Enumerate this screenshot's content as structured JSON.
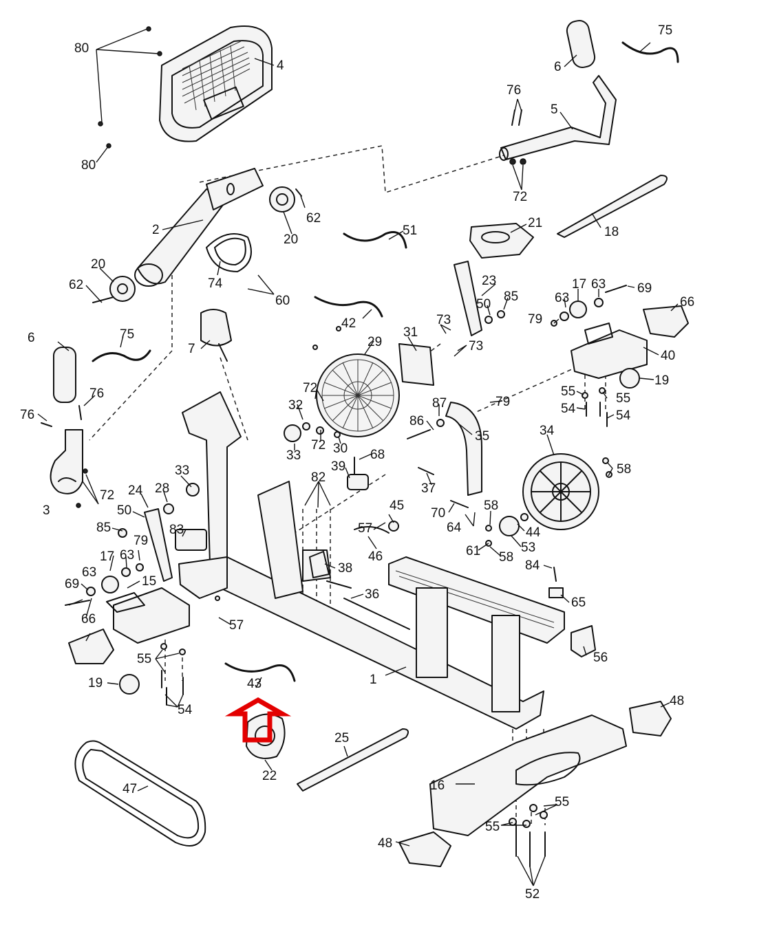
{
  "highlight": {
    "color": "#e30000",
    "target_part": "22"
  },
  "parts": [
    {
      "id": "p1",
      "label": "1"
    },
    {
      "id": "p2",
      "label": "2"
    },
    {
      "id": "p3",
      "label": "3"
    },
    {
      "id": "p4",
      "label": "4"
    },
    {
      "id": "p5",
      "label": "5"
    },
    {
      "id": "p6a",
      "label": "6"
    },
    {
      "id": "p6b",
      "label": "6"
    },
    {
      "id": "p7",
      "label": "7"
    },
    {
      "id": "p15",
      "label": "15"
    },
    {
      "id": "p16",
      "label": "16"
    },
    {
      "id": "p17a",
      "label": "17"
    },
    {
      "id": "p17b",
      "label": "17"
    },
    {
      "id": "p18",
      "label": "18"
    },
    {
      "id": "p19a",
      "label": "19"
    },
    {
      "id": "p19b",
      "label": "19"
    },
    {
      "id": "p20a",
      "label": "20"
    },
    {
      "id": "p20b",
      "label": "20"
    },
    {
      "id": "p21",
      "label": "21"
    },
    {
      "id": "p22",
      "label": "22"
    },
    {
      "id": "p23",
      "label": "23"
    },
    {
      "id": "p24",
      "label": "24"
    },
    {
      "id": "p25",
      "label": "25"
    },
    {
      "id": "p28",
      "label": "28"
    },
    {
      "id": "p29",
      "label": "29"
    },
    {
      "id": "p30",
      "label": "30"
    },
    {
      "id": "p31",
      "label": "31"
    },
    {
      "id": "p32",
      "label": "32"
    },
    {
      "id": "p33a",
      "label": "33"
    },
    {
      "id": "p33b",
      "label": "33"
    },
    {
      "id": "p34",
      "label": "34"
    },
    {
      "id": "p35",
      "label": "35"
    },
    {
      "id": "p36",
      "label": "36"
    },
    {
      "id": "p37",
      "label": "37"
    },
    {
      "id": "p38",
      "label": "38"
    },
    {
      "id": "p39",
      "label": "39"
    },
    {
      "id": "p40",
      "label": "40"
    },
    {
      "id": "p42",
      "label": "42"
    },
    {
      "id": "p43",
      "label": "43"
    },
    {
      "id": "p44",
      "label": "44"
    },
    {
      "id": "p45",
      "label": "45"
    },
    {
      "id": "p46",
      "label": "46"
    },
    {
      "id": "p47",
      "label": "47"
    },
    {
      "id": "p48a",
      "label": "48"
    },
    {
      "id": "p48b",
      "label": "48"
    },
    {
      "id": "p50a",
      "label": "50"
    },
    {
      "id": "p50b",
      "label": "50"
    },
    {
      "id": "p51",
      "label": "51"
    },
    {
      "id": "p52",
      "label": "52"
    },
    {
      "id": "p53",
      "label": "53"
    },
    {
      "id": "p54a",
      "label": "54"
    },
    {
      "id": "p54b",
      "label": "54"
    },
    {
      "id": "p54c",
      "label": "54"
    },
    {
      "id": "p55a",
      "label": "55"
    },
    {
      "id": "p55b",
      "label": "55"
    },
    {
      "id": "p55c",
      "label": "55"
    },
    {
      "id": "p55d",
      "label": "55"
    },
    {
      "id": "p55e",
      "label": "55"
    },
    {
      "id": "p56",
      "label": "56"
    },
    {
      "id": "p57a",
      "label": "57"
    },
    {
      "id": "p57b",
      "label": "57"
    },
    {
      "id": "p58a",
      "label": "58"
    },
    {
      "id": "p58b",
      "label": "58"
    },
    {
      "id": "p58c",
      "label": "58"
    },
    {
      "id": "p60",
      "label": "60"
    },
    {
      "id": "p61",
      "label": "61"
    },
    {
      "id": "p62a",
      "label": "62"
    },
    {
      "id": "p62b",
      "label": "62"
    },
    {
      "id": "p63a",
      "label": "63"
    },
    {
      "id": "p63b",
      "label": "63"
    },
    {
      "id": "p63c",
      "label": "63"
    },
    {
      "id": "p63d",
      "label": "63"
    },
    {
      "id": "p64",
      "label": "64"
    },
    {
      "id": "p65",
      "label": "65"
    },
    {
      "id": "p66a",
      "label": "66"
    },
    {
      "id": "p66b",
      "label": "66"
    },
    {
      "id": "p68",
      "label": "68"
    },
    {
      "id": "p69a",
      "label": "69"
    },
    {
      "id": "p69b",
      "label": "69"
    },
    {
      "id": "p70",
      "label": "70"
    },
    {
      "id": "p72a",
      "label": "72"
    },
    {
      "id": "p72b",
      "label": "72"
    },
    {
      "id": "p72c",
      "label": "72"
    },
    {
      "id": "p72d",
      "label": "72"
    },
    {
      "id": "p73a",
      "label": "73"
    },
    {
      "id": "p73b",
      "label": "73"
    },
    {
      "id": "p74",
      "label": "74"
    },
    {
      "id": "p75a",
      "label": "75"
    },
    {
      "id": "p75b",
      "label": "75"
    },
    {
      "id": "p76a",
      "label": "76"
    },
    {
      "id": "p76b",
      "label": "76"
    },
    {
      "id": "p76c",
      "label": "76"
    },
    {
      "id": "p79a",
      "label": "79"
    },
    {
      "id": "p79b",
      "label": "79"
    },
    {
      "id": "p79c",
      "label": "79"
    },
    {
      "id": "p80a",
      "label": "80"
    },
    {
      "id": "p80b",
      "label": "80"
    },
    {
      "id": "p82",
      "label": "82"
    },
    {
      "id": "p83",
      "label": "83"
    },
    {
      "id": "p84",
      "label": "84"
    },
    {
      "id": "p85a",
      "label": "85"
    },
    {
      "id": "p85b",
      "label": "85"
    },
    {
      "id": "p86",
      "label": "86"
    },
    {
      "id": "p87",
      "label": "87"
    }
  ]
}
